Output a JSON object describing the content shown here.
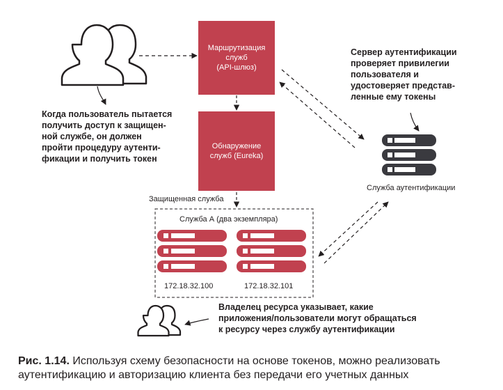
{
  "boxes": {
    "gateway_line1": "Маршрутизация",
    "gateway_line2": "служб",
    "gateway_line3": "(API-шлюз)",
    "discovery_line1": "Обнаружение",
    "discovery_line2": "служб (Eureka)"
  },
  "labels": {
    "protected_service": "Защищенная служба",
    "service_a": "Служба А (два экземпляра)",
    "ip1": "172.18.32.100",
    "ip2": "172.18.32.101",
    "auth_service": "Служба аутентификации"
  },
  "notes": {
    "user": [
      "Когда пользователь пытается",
      "получить доступ к защищен-",
      "ной службе, он должен",
      "пройти процедуру аутенти-",
      "фикации и получить токен"
    ],
    "auth_server": [
      "Сервер аутентификации",
      "проверяет привилегии",
      "пользователя и",
      "удостоверяет представ-",
      "ленные ему токены"
    ],
    "owner": [
      "Владелец ресурса указывает, какие",
      "приложения/пользователи могут обращаться",
      "к ресурсу через службу аутентификации"
    ]
  },
  "caption": {
    "label": "Рис. 1.14.",
    "line1": "Используя схему безопасности на основе токенов, можно реализовать",
    "line2": "аутентификацию и авторизацию клиента без передачи его учетных данных"
  },
  "colors": {
    "accent": "#c1414f",
    "server_dark": "#3a3a3f",
    "ink": "#231f20"
  },
  "icons": [
    "users-icon",
    "server-icon"
  ]
}
